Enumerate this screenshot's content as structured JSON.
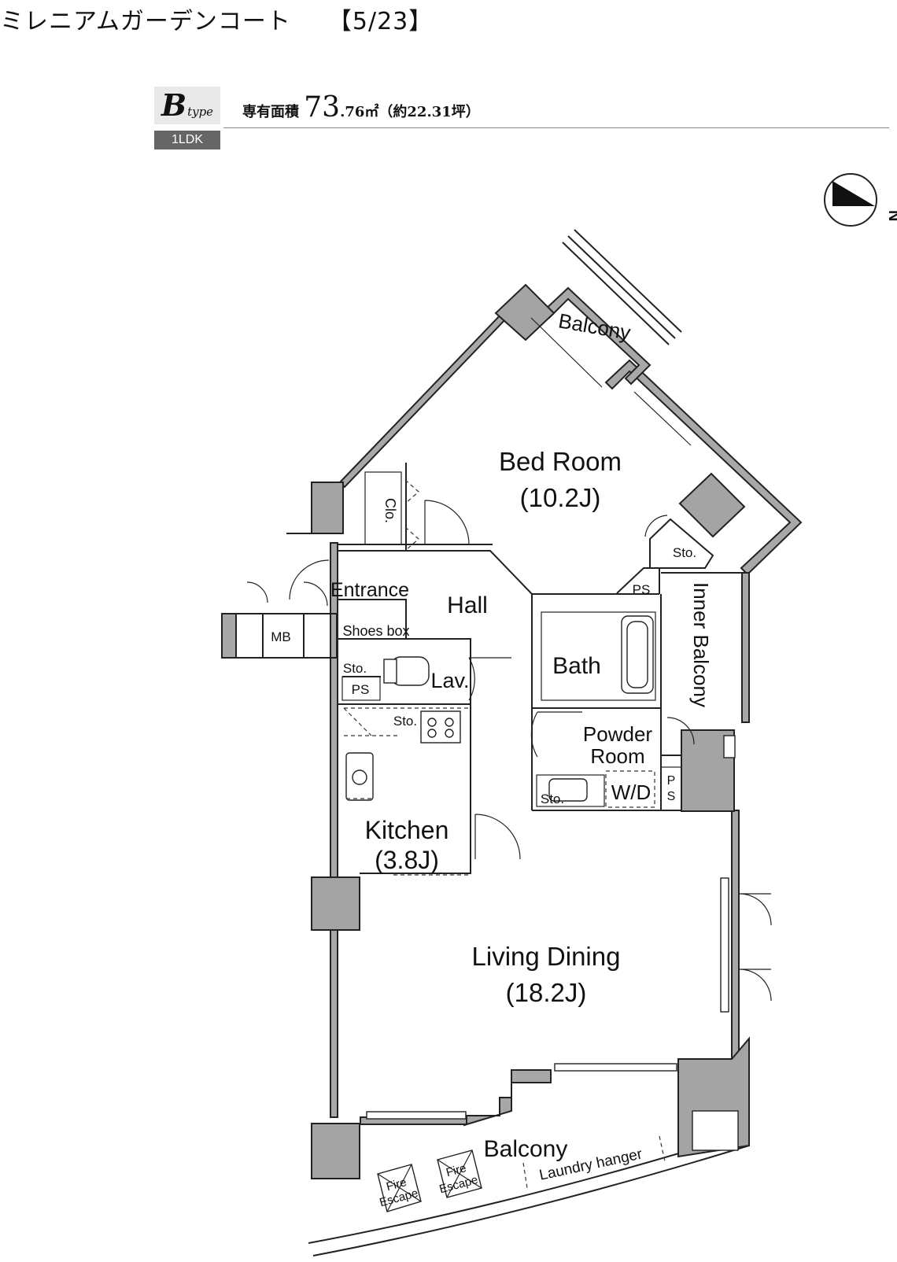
{
  "header": {
    "title": "ミレニアムガーデンコート　　【5/23】",
    "type_letter": "B",
    "type_suffix": "type",
    "layout": "1LDK",
    "area_label": "専有面積",
    "area_int": "73",
    "area_rest": ".76㎡（約22.31坪）"
  },
  "compass": {
    "label": "N"
  },
  "rooms": {
    "bed_room": "Bed Room",
    "bed_room_size": "(10.2J)",
    "living_dining": "Living Dining",
    "living_dining_size": "(18.2J)",
    "kitchen": "Kitchen",
    "kitchen_size": "(3.8J)",
    "hall": "Hall",
    "entrance": "Entrance",
    "shoes_box": "Shoes box",
    "lav": "Lav.",
    "bath": "Bath",
    "powder_room_1": "Powder",
    "powder_room_2": "Room",
    "wd": "W/D",
    "inner_balcony": "Inner Balcony",
    "balcony_top": "Balcony",
    "balcony_bottom": "Balcony",
    "laundry_hanger": "Laundry hanger",
    "fire_escape_1a": "Fire",
    "fire_escape_1b": "Escape",
    "fire_escape_2a": "Fire",
    "fire_escape_2b": "Escape",
    "clo": "Clo.",
    "mb": "MB",
    "ps_left": "PS",
    "ps_bath": "PS",
    "ps_right_1": "P",
    "ps_right_2": "S",
    "sto_bed": "Sto.",
    "sto_lav": "Sto.",
    "sto_kitchen": "Sto.",
    "sto_powder": "Sto."
  }
}
